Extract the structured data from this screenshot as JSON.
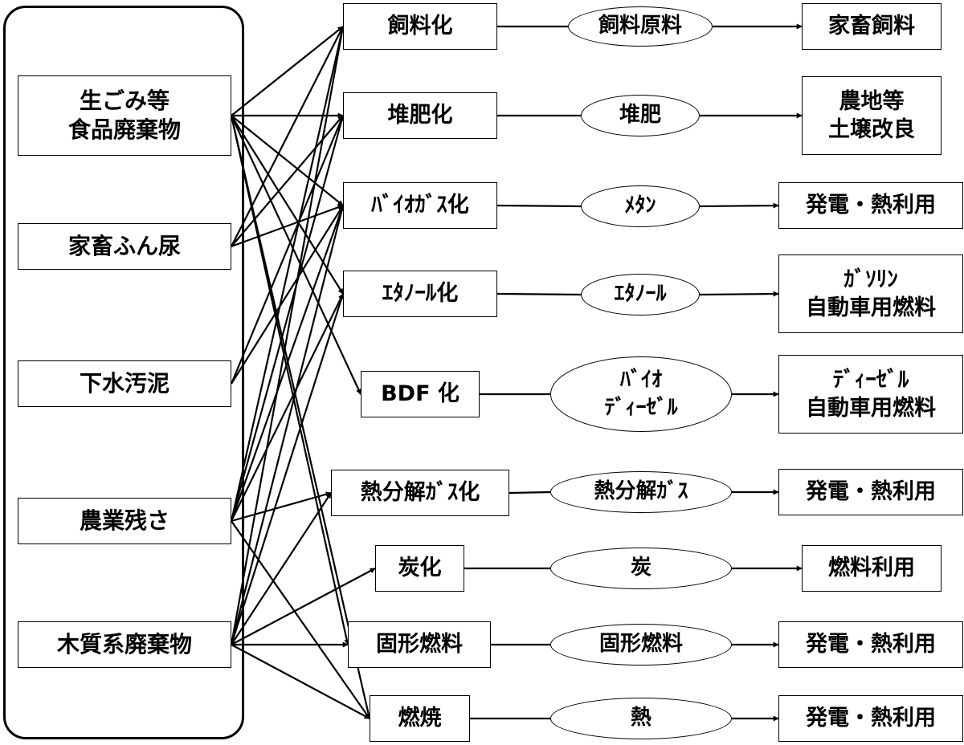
{
  "sources": [
    {
      "id": "s1",
      "label": "生ごみ等\n食品廃棄物"
    },
    {
      "id": "s2",
      "label": "家畜ふん尿"
    },
    {
      "id": "s3",
      "label": "下水汚泥"
    },
    {
      "id": "s4",
      "label": "農業残さ"
    },
    {
      "id": "s5",
      "label": "木質系廃棄物"
    }
  ],
  "processes": [
    {
      "id": "p1",
      "label": "飼料化"
    },
    {
      "id": "p2",
      "label": "堆肥化"
    },
    {
      "id": "p3",
      "label": "ﾊﾞｲｵｶﾞｽ化"
    },
    {
      "id": "p4",
      "label": "ｴﾀﾉｰﾙ化"
    },
    {
      "id": "p5",
      "label": "BDF 化"
    },
    {
      "id": "p6",
      "label": "熱分解ｶﾞｽ化"
    },
    {
      "id": "p7",
      "label": "炭化"
    },
    {
      "id": "p8",
      "label": "固形燃料"
    },
    {
      "id": "p9",
      "label": "燃焼"
    }
  ],
  "products": [
    {
      "id": "m1",
      "label": "飼料原料"
    },
    {
      "id": "m2",
      "label": "堆肥"
    },
    {
      "id": "m3",
      "label": "ﾒﾀﾝ"
    },
    {
      "id": "m4",
      "label": "ｴﾀﾉｰﾙ"
    },
    {
      "id": "m5",
      "label": "ﾊﾞｲｵ\nﾃﾞｨｰｾﾞﾙ"
    },
    {
      "id": "m6",
      "label": "熱分解ｶﾞｽ"
    },
    {
      "id": "m7",
      "label": "炭"
    },
    {
      "id": "m8",
      "label": "固形燃料"
    },
    {
      "id": "m9",
      "label": "熱"
    }
  ],
  "uses": [
    {
      "id": "u1",
      "label": "家畜飼料"
    },
    {
      "id": "u2",
      "label": "農地等\n土壌改良"
    },
    {
      "id": "u3",
      "label": "発電・熱利用"
    },
    {
      "id": "u4",
      "label": "ｶﾞｿﾘﾝ\n自動車用燃料"
    },
    {
      "id": "u5",
      "label": "ﾃﾞｨｰｾﾞﾙ\n自動車用燃料"
    },
    {
      "id": "u6",
      "label": "発電・熱利用"
    },
    {
      "id": "u7",
      "label": "燃料利用"
    },
    {
      "id": "u8",
      "label": "発電・熱利用"
    },
    {
      "id": "u9",
      "label": "発電・熱利用"
    }
  ],
  "edges": [
    [
      "s1",
      "p1"
    ],
    [
      "s1",
      "p2"
    ],
    [
      "s1",
      "p3"
    ],
    [
      "s1",
      "p4"
    ],
    [
      "s1",
      "p5"
    ],
    [
      "s1",
      "p8"
    ],
    [
      "s1",
      "p9"
    ],
    [
      "s2",
      "p1"
    ],
    [
      "s2",
      "p2"
    ],
    [
      "s2",
      "p3"
    ],
    [
      "s3",
      "p2"
    ],
    [
      "s3",
      "p3"
    ],
    [
      "s4",
      "p1"
    ],
    [
      "s4",
      "p2"
    ],
    [
      "s4",
      "p3"
    ],
    [
      "s4",
      "p4"
    ],
    [
      "s4",
      "p6"
    ],
    [
      "s4",
      "p9"
    ],
    [
      "s5",
      "p1"
    ],
    [
      "s5",
      "p3"
    ],
    [
      "s5",
      "p4"
    ],
    [
      "s5",
      "p6"
    ],
    [
      "s5",
      "p7"
    ],
    [
      "s5",
      "p8"
    ],
    [
      "s5",
      "p9"
    ],
    [
      "p1",
      "m1"
    ],
    [
      "p2",
      "m2"
    ],
    [
      "p3",
      "m3"
    ],
    [
      "p4",
      "m4"
    ],
    [
      "p5",
      "m5"
    ],
    [
      "p6",
      "m6"
    ],
    [
      "p7",
      "m7"
    ],
    [
      "p8",
      "m8"
    ],
    [
      "p9",
      "m9"
    ],
    [
      "m1",
      "u1"
    ],
    [
      "m2",
      "u2"
    ],
    [
      "m3",
      "u3"
    ],
    [
      "m4",
      "u4"
    ],
    [
      "m5",
      "u5"
    ],
    [
      "m6",
      "u6"
    ],
    [
      "m7",
      "u7"
    ],
    [
      "m8",
      "u8"
    ],
    [
      "m9",
      "u9"
    ]
  ]
}
